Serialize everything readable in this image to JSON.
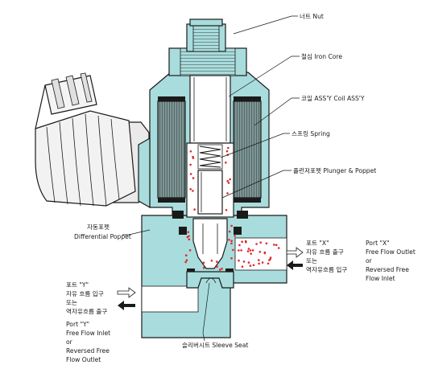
{
  "colors": {
    "body": "#a9dcdc",
    "coil": "#6b8080",
    "dark": "#1a1a1a",
    "flow_dot": "#e0282e",
    "steel": "#ffffff",
    "connector": "#e9e9e9"
  },
  "icons": [
    "spring-icon",
    "flow-arrow-out-icon",
    "flow-arrow-in-icon",
    "cable-connector-icon"
  ],
  "labels": {
    "nut": "너트  Nut",
    "iron_core": "철심  Iron Core",
    "coil_assy": "코일 ASS'Y  Coil ASS'Y",
    "spring": "스프링  Spring",
    "plunger": "플런저포펫  Plunger & Poppet",
    "diff_poppet_ko": "자동포펫",
    "diff_poppet_en": "Differential Poppet",
    "port_x_en_1": "Port \"X\"",
    "port_x_en_2": "Free Flow Outlet",
    "port_x_en_3": "or",
    "port_x_en_4": "Reversed Free",
    "port_x_en_5": "Flow Inlet",
    "port_x_ko_1": "포트 \"X\"",
    "port_x_ko_2": "자유 흐름 출구",
    "port_x_ko_3": "또는",
    "port_x_ko_4": "역자유흐름 입구",
    "port_y_ko_1": "포트 \"Y\"",
    "port_y_ko_2": "자유 흐름 입구",
    "port_y_ko_3": "또는",
    "port_y_ko_4": "역자유흐름 출구",
    "port_y_en_1": "Port \"Y\"",
    "port_y_en_2": "Free Flow Inlet",
    "port_y_en_3": "or",
    "port_y_en_4": "Reversed Free",
    "port_y_en_5": "Flow Outlet",
    "sleeve_seat": "슬리버시트  Sleeve Seat"
  }
}
